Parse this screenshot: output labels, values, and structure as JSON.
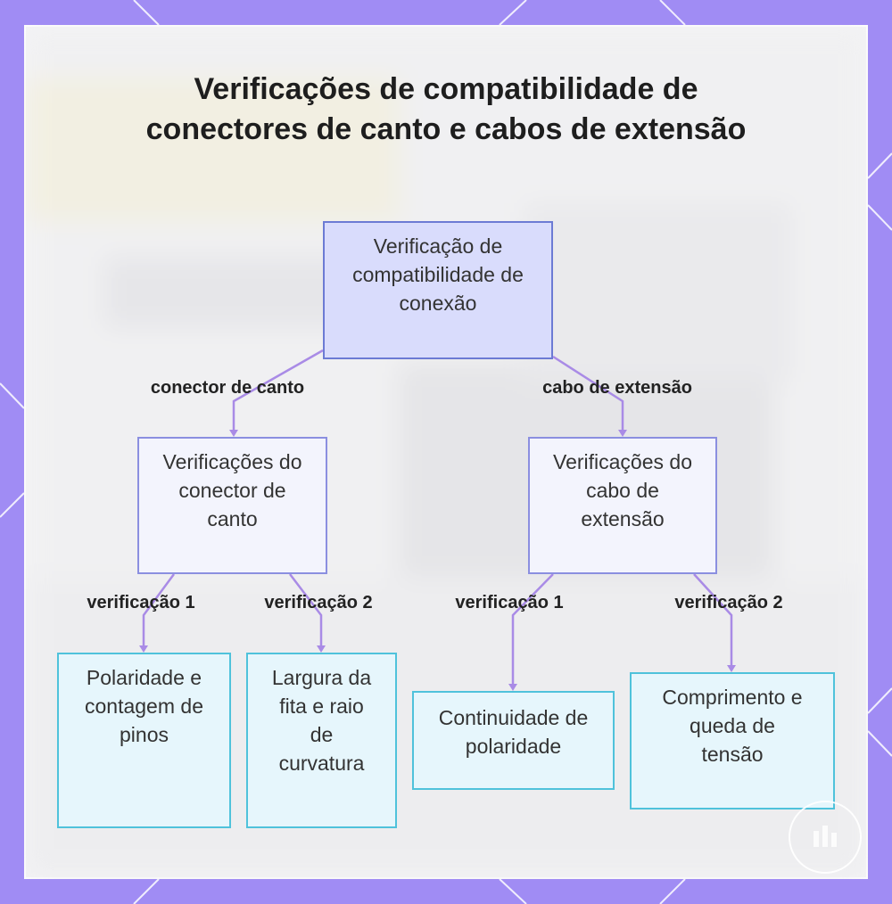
{
  "title": "Verificações de compatibilidade de conectores de canto e cabos de extensão",
  "nodes": {
    "root": "Verificação de compatibilidade de conexão",
    "corner": "Verificações do conector de canto",
    "extension": "Verificações do cabo de extensão",
    "polarity_pins": "Polaridade e contagem de pinos",
    "tape_width": "Largura da fita e raio de curvatura",
    "continuity": "Continuidade de polaridade",
    "length_drop": "Comprimento e queda de tensão"
  },
  "edge_labels": {
    "corner": "conector de canto",
    "extension": "cabo de extensão",
    "corner_check1": "verificação 1",
    "corner_check2": "verificação 2",
    "ext_check1": "verificação 1",
    "ext_check2": "verificação 2"
  },
  "colors": {
    "frame": "#a08cf4",
    "root_fill": "#d9dcfc",
    "root_border": "#6c7bd4",
    "mid_fill": "#f3f4fd",
    "mid_border": "#8b8fe0",
    "leaf_fill": "#e6f6fc",
    "leaf_border": "#4fc2db",
    "edge": "#a98be6"
  }
}
